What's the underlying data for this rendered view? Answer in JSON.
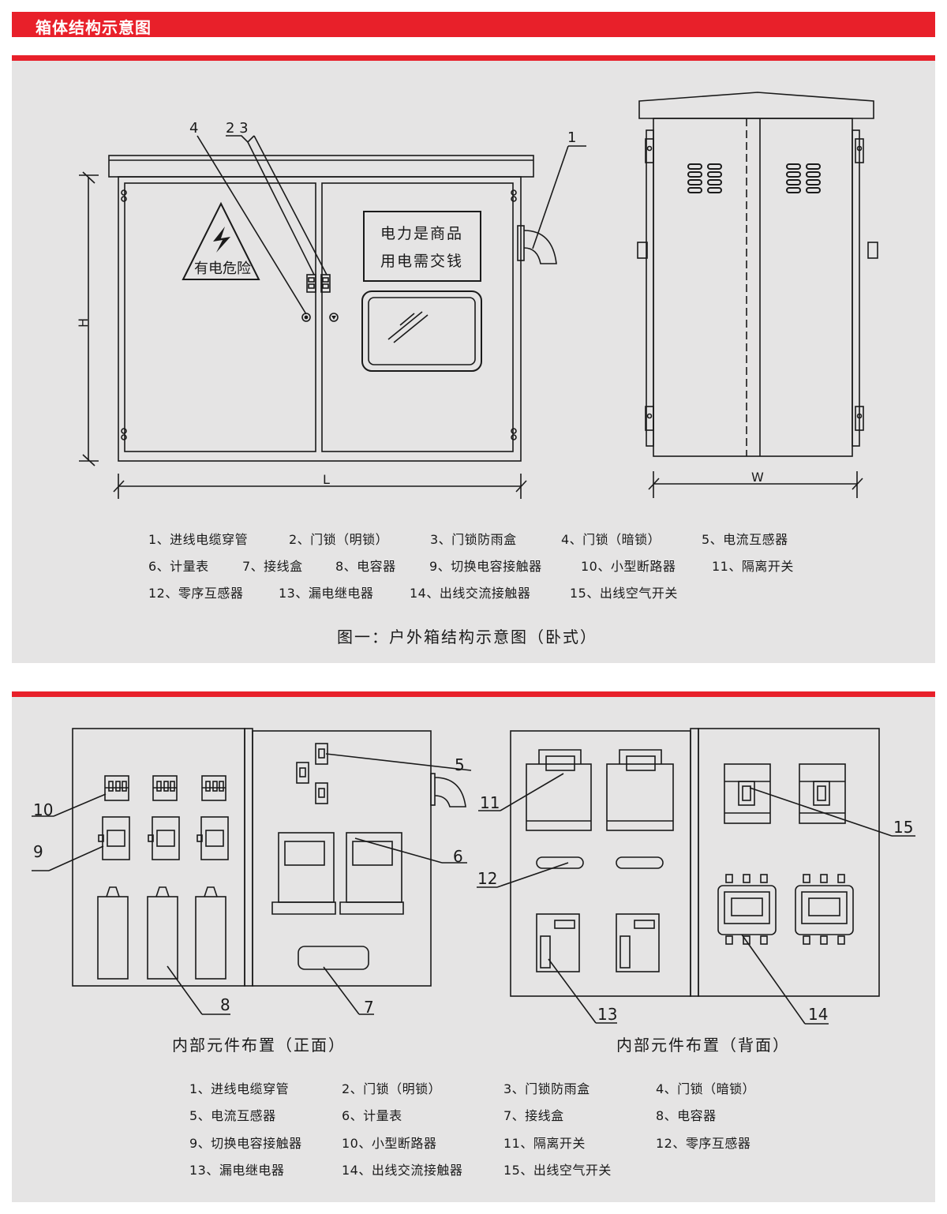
{
  "header": {
    "title": "箱体结构示意图"
  },
  "diagram1": {
    "warning_label": "有电危险",
    "notice_line1": "电力是商品",
    "notice_line2": "用电需交钱",
    "callouts": {
      "c1": "1",
      "c23": "2 3",
      "c4": "4"
    },
    "dims": {
      "H": "H",
      "L": "L",
      "W": "W"
    },
    "legend": [
      [
        "1、进线电缆穿管",
        "2、门锁（明锁）",
        "3、门锁防雨盒",
        "4、门锁（暗锁）",
        "5、电流互感器"
      ],
      [
        "6、计量表",
        "7、接线盒",
        "8、电容器",
        "9、切换电容接触器",
        "10、小型断路器",
        "11、隔离开关"
      ],
      [
        "12、零序互感器",
        "13、漏电继电器",
        "14、出线交流接触器",
        "15、出线空气开关"
      ]
    ],
    "caption": "图一：户外箱结构示意图（卧式）"
  },
  "diagram2": {
    "callouts": {
      "n5": "5",
      "n6": "6",
      "n7": "7",
      "n8": "8",
      "n9": "9",
      "n10": "10",
      "n11": "11",
      "n12": "12",
      "n13": "13",
      "n14": "14",
      "n15": "15"
    },
    "caption_front": "内部元件布置（正面）",
    "caption_back": "内部元件布置（背面）",
    "legend": [
      [
        "1、进线电缆穿管",
        "2、门锁（明锁）",
        "3、门锁防雨盒",
        "4、门锁（暗锁）"
      ],
      [
        "5、电流互感器",
        "6、计量表",
        "7、接线盒",
        "8、电容器"
      ],
      [
        "9、切换电容接触器",
        "10、小型断路器",
        "11、隔离开关",
        "12、零序互感器"
      ],
      [
        "13、漏电继电器",
        "14、出线交流接触器",
        "15、出线空气开关"
      ]
    ]
  },
  "colors": {
    "accent": "#e8202a",
    "panel": "#e5e4e4",
    "line": "#1a1a1a"
  }
}
